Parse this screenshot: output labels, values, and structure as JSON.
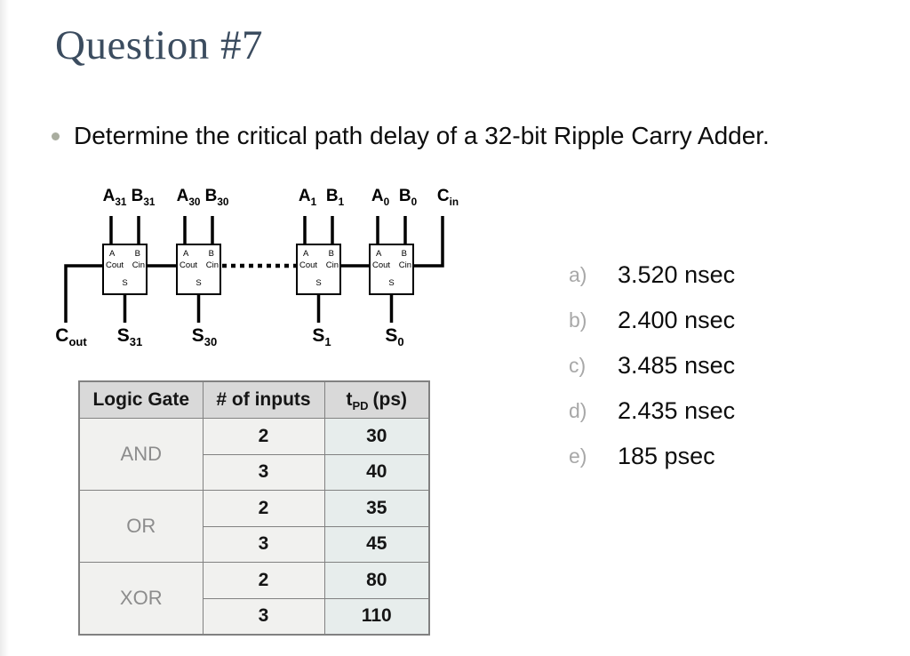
{
  "slide": {
    "title": "Question #7",
    "bullet_text": "Determine the critical path delay of a 32-bit Ripple Carry Adder."
  },
  "diagram": {
    "ports": {
      "a": "A",
      "b": "B",
      "cout": "Cout",
      "cin": "Cin",
      "s": "S"
    },
    "top_labels": [
      {
        "base": "A",
        "sub": "31"
      },
      {
        "base": "B",
        "sub": "31"
      },
      {
        "base": "A",
        "sub": "30"
      },
      {
        "base": "B",
        "sub": "30"
      },
      {
        "base": "A",
        "sub": "1"
      },
      {
        "base": "B",
        "sub": "1"
      },
      {
        "base": "A",
        "sub": "0"
      },
      {
        "base": "B",
        "sub": "0"
      },
      {
        "base": "C",
        "sub": "in"
      }
    ],
    "bottom_labels": [
      {
        "base": "C",
        "sub": "out"
      },
      {
        "base": "S",
        "sub": "31"
      },
      {
        "base": "S",
        "sub": "30"
      },
      {
        "base": "S",
        "sub": "1"
      },
      {
        "base": "S",
        "sub": "0"
      }
    ]
  },
  "table": {
    "headers": {
      "gate": "Logic Gate",
      "inputs": "# of inputs",
      "tpd_base": "t",
      "tpd_sub": "PD",
      "tpd_rest": "(ps)"
    },
    "groups": [
      {
        "gate": "AND",
        "rows": [
          {
            "inputs": "2",
            "tpd": "30"
          },
          {
            "inputs": "3",
            "tpd": "40"
          }
        ]
      },
      {
        "gate": "OR",
        "rows": [
          {
            "inputs": "2",
            "tpd": "35"
          },
          {
            "inputs": "3",
            "tpd": "45"
          }
        ]
      },
      {
        "gate": "XOR",
        "rows": [
          {
            "inputs": "2",
            "tpd": "80"
          },
          {
            "inputs": "3",
            "tpd": "110"
          }
        ]
      }
    ]
  },
  "answers": [
    {
      "label": "a)",
      "value": "3.520 nsec"
    },
    {
      "label": "b)",
      "value": "2.400 nsec"
    },
    {
      "label": "c)",
      "value": "3.485 nsec"
    },
    {
      "label": "d)",
      "value": "2.435 nsec"
    },
    {
      "label": "e)",
      "value": "185 psec"
    }
  ],
  "colors": {
    "title_color": "#3b4c5f",
    "bullet_marker": "#a9ad9f",
    "answer_letter": "#a8a8a8",
    "table_header_bg": "#d9d9d9",
    "table_cell_bg": "#f1f1ef",
    "table_tpd_bg": "#e7edec",
    "gate_text": "#8c8c8c",
    "table_border": "#818181"
  }
}
